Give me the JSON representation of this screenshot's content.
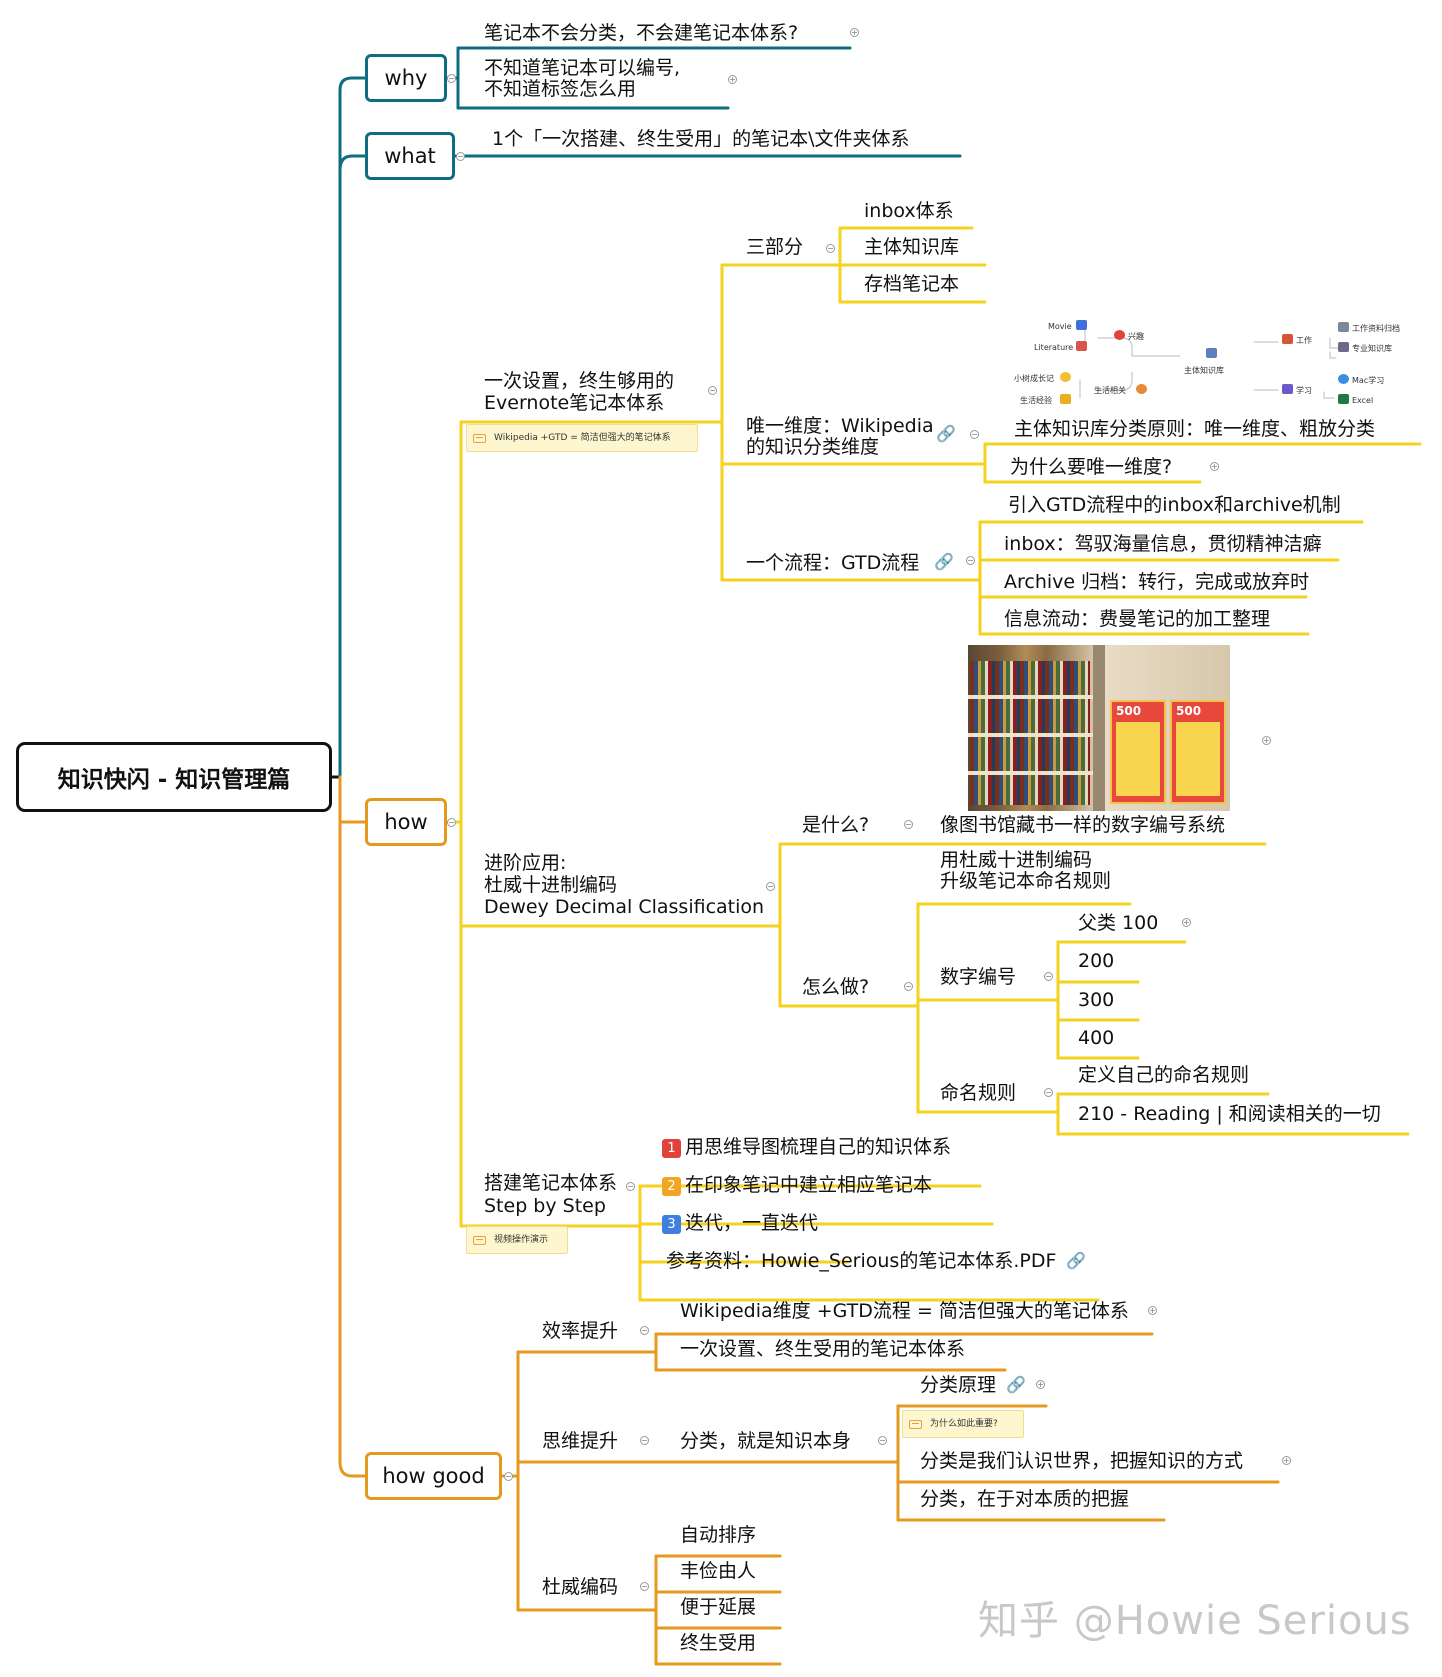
{
  "root": {
    "label": "知识快闪 - 知识管理篇"
  },
  "why": {
    "label": "why",
    "items": [
      "笔记本不会分类，不会建笔记本体系?",
      "不知道笔记本可以编号,\n不知道标签怎么用"
    ]
  },
  "what": {
    "label": "what",
    "items": [
      "1个「一次搭建、终生受用」的笔记本\\文件夹体系"
    ]
  },
  "how": {
    "label": "how",
    "evernote": {
      "label": "一次设置，终生够用的\nEvernote笔记本体系",
      "note": "Wikipedia +GTD = 简洁但强大的笔记体系",
      "three_parts": {
        "label": "三部分",
        "items": [
          "inbox体系",
          "主体知识库",
          "存档笔记本"
        ]
      },
      "wiki": {
        "label": "唯一维度：Wikipedia\n的知识分类维度",
        "items": [
          "主体知识库分类原则：唯一维度、粗放分类",
          "为什么要唯一维度?"
        ],
        "mini_map": {
          "center": "主体知识库",
          "left": [
            {
              "label": "兴趣",
              "children": [
                "Movie",
                "Literature"
              ]
            },
            {
              "label": "生活相关",
              "children": [
                "小树成长记",
                "生活经验"
              ]
            }
          ],
          "right": [
            {
              "label": "工作",
              "children": [
                "工作资料归档",
                "专业知识库"
              ]
            },
            {
              "label": "学习",
              "children": [
                "Mac学习",
                "Excel"
              ]
            }
          ]
        }
      },
      "gtd": {
        "label": "一个流程：GTD流程",
        "items": [
          "引入GTD流程中的inbox和archive机制",
          "inbox：驾驭海量信息，贯彻精神洁癖",
          "Archive 归档：转行，完成或放弃时",
          "信息流动：费曼笔记的加工整理"
        ]
      }
    },
    "dewey": {
      "label": "进阶应用:\n杜威十进制编码\nDewey Decimal Classification",
      "what_is": {
        "label": "是什么?",
        "answer": "像图书馆藏书一样的数字编号系统"
      },
      "image_sign": "500",
      "how_to": {
        "label": "怎么做?",
        "upgrade": "用杜威十进制编码\n升级笔记本命名规则",
        "numbering": {
          "label": "数字编号",
          "items": [
            "父类 100",
            "200",
            "300",
            "400"
          ]
        },
        "naming": {
          "label": "命名规则",
          "items": [
            "定义自己的命名规则",
            "210 - Reading | 和阅读相关的一切"
          ]
        }
      }
    },
    "steps": {
      "label": "搭建笔记本体系\nStep by Step",
      "note": "视频操作演示",
      "items": [
        {
          "num": "1",
          "color": "#e0433b",
          "text": "用思维导图梳理自己的知识体系"
        },
        {
          "num": "2",
          "color": "#f0a623",
          "text": "在印象笔记中建立相应笔记本"
        },
        {
          "num": "3",
          "color": "#3f7fe0",
          "text": "迭代，一直迭代"
        },
        {
          "num": "",
          "color": "",
          "text": "参考资料：Howie_Serious的笔记本体系.PDF"
        }
      ]
    }
  },
  "how_good": {
    "label": "how good",
    "efficiency": {
      "label": "效率提升",
      "items": [
        "Wikipedia维度 +GTD流程 = 简洁但强大的笔记体系",
        "一次设置、终生受用的笔记本体系"
      ]
    },
    "thinking": {
      "label": "思维提升",
      "sub": "分类，就是知识本身",
      "items": [
        "分类原理",
        "分类是我们认识世界，把握知识的方式",
        "分类，在于对本质的把握"
      ],
      "note": "为什么如此重要?"
    },
    "dewey": {
      "label": "杜威编码",
      "items": [
        "自动排序",
        "丰俭由人",
        "便于延展",
        "终生受用"
      ]
    }
  },
  "watermark": "知乎 @Howie Serious",
  "colors": {
    "teal": "#0e6d80",
    "orange": "#e59a1f",
    "yellow": "#f4d21d",
    "link": "#4a7bd4"
  }
}
